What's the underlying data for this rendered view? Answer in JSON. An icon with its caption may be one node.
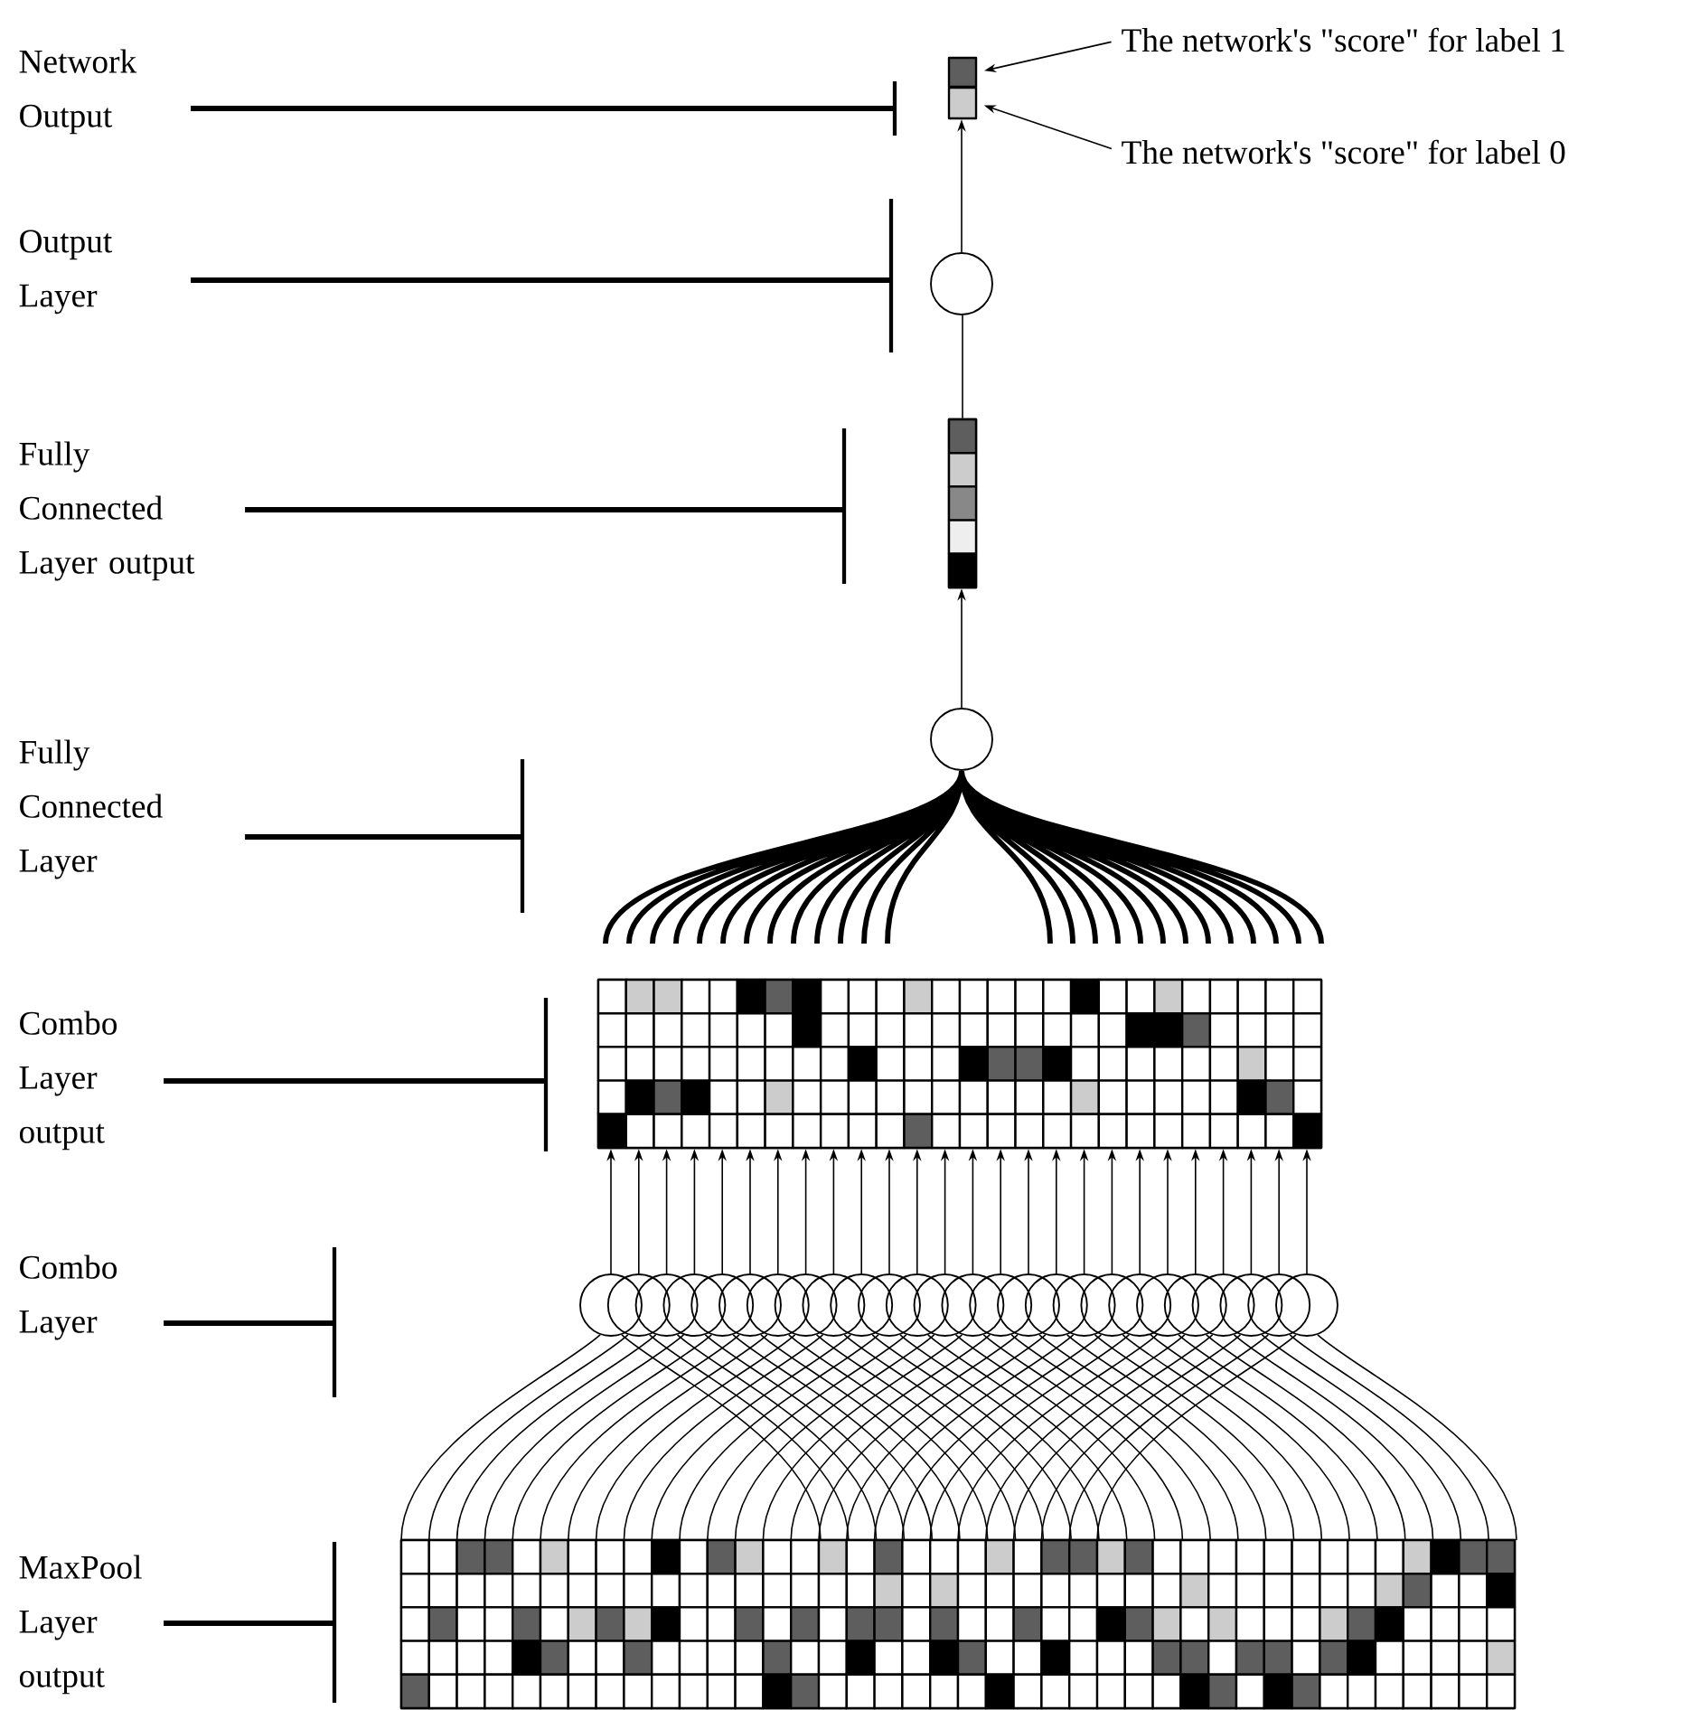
{
  "diagram": {
    "nodes": [
      {
        "text": [
          "Network Output"
        ]
      },
      {
        "text": [],
        "shape": "box"
      },
      {
        "text": [],
        "shape": "box"
      },
      {
        "text": [
          "The network's \"score\" for label 1"
        ]
      },
      {
        "text": [
          "The network's \"score\" for label 0"
        ]
      },
      {
        "text": [
          "Output Layer"
        ]
      },
      {
        "text": [],
        "shape": "circle"
      },
      {
        "text": [
          "Fully Connected Layer output"
        ]
      },
      {
        "text": [],
        "shape": "box"
      },
      {
        "text": [
          "Fully Connected Layer"
        ]
      },
      {
        "text": [],
        "shape": "circle"
      },
      {
        "text": [
          "Combo Layer output"
        ]
      },
      {
        "text": [],
        "shape": "box"
      },
      {
        "text": [
          "Combo Layer"
        ]
      },
      {
        "text": [],
        "shape": "circle"
      },
      {
        "text": [],
        "shape": "circle"
      },
      {
        "text": [],
        "shape": "circle"
      },
      {
        "text": [],
        "shape": "circle"
      },
      {
        "text": [],
        "shape": "circle"
      },
      {
        "text": [],
        "shape": "circle"
      },
      {
        "text": [],
        "shape": "circle"
      },
      {
        "text": [],
        "shape": "circle"
      },
      {
        "text": [],
        "shape": "circle"
      },
      {
        "text": [],
        "shape": "circle"
      },
      {
        "text": [],
        "shape": "circle"
      },
      {
        "text": [],
        "shape": "circle"
      },
      {
        "text": [],
        "shape": "circle"
      },
      {
        "text": [],
        "shape": "circle"
      },
      {
        "text": [],
        "shape": "circle"
      },
      {
        "text": [],
        "shape": "circle"
      },
      {
        "text": [],
        "shape": "circle"
      },
      {
        "text": [],
        "shape": "circle"
      },
      {
        "text": [],
        "shape": "circle"
      },
      {
        "text": [],
        "shape": "circle"
      },
      {
        "text": [],
        "shape": "circle"
      },
      {
        "text": [],
        "shape": "circle"
      },
      {
        "text": [],
        "shape": "circle"
      },
      {
        "text": [],
        "shape": "circle"
      },
      {
        "text": [],
        "shape": "circle"
      },
      {
        "text": [],
        "shape": "circle"
      },
      {
        "text": [
          "MaxPool Layer output"
        ]
      },
      {
        "text": [],
        "shape": "box"
      }
    ],
    "edges": [
      {
        "from": 0,
        "to": null,
        "arrow": "none",
        "style": "thick"
      },
      {
        "from": 3,
        "to": 1,
        "arrow": "to"
      },
      {
        "from": 4,
        "to": 2,
        "arrow": "to"
      },
      {
        "from": 5,
        "to": null,
        "arrow": "none",
        "style": "thick"
      },
      {
        "from": 6,
        "to": 2,
        "arrow": "to"
      },
      {
        "from": 7,
        "to": null,
        "arrow": "none",
        "style": "thick"
      },
      {
        "from": 8,
        "to": 6,
        "arrow": "none"
      },
      {
        "from": 9,
        "to": null,
        "arrow": "none",
        "style": "thick"
      },
      {
        "from": 10,
        "to": 8,
        "arrow": "to"
      },
      {
        "from": 11,
        "to": null,
        "arrow": "none",
        "style": "thick"
      },
      {
        "from": 12,
        "to": 10,
        "arrow": "none",
        "style": "thick"
      },
      {
        "from": 13,
        "to": null,
        "arrow": "none",
        "style": "thick"
      },
      {
        "from": 14,
        "to": 12,
        "arrow": "to"
      },
      {
        "from": 15,
        "to": 12,
        "arrow": "to"
      },
      {
        "from": 16,
        "to": 12,
        "arrow": "to"
      },
      {
        "from": 17,
        "to": 12,
        "arrow": "to"
      },
      {
        "from": 18,
        "to": 12,
        "arrow": "to"
      },
      {
        "from": 19,
        "to": 12,
        "arrow": "to"
      },
      {
        "from": 20,
        "to": 12,
        "arrow": "to"
      },
      {
        "from": 21,
        "to": 12,
        "arrow": "to"
      },
      {
        "from": 22,
        "to": 12,
        "arrow": "to"
      },
      {
        "from": 23,
        "to": 12,
        "arrow": "to"
      },
      {
        "from": 24,
        "to": 12,
        "arrow": "to"
      },
      {
        "from": 25,
        "to": 12,
        "arrow": "to"
      },
      {
        "from": 26,
        "to": 12,
        "arrow": "to"
      },
      {
        "from": 27,
        "to": 12,
        "arrow": "to"
      },
      {
        "from": 28,
        "to": 12,
        "arrow": "to"
      },
      {
        "from": 29,
        "to": 12,
        "arrow": "to"
      },
      {
        "from": 30,
        "to": 12,
        "arrow": "to"
      },
      {
        "from": 31,
        "to": 12,
        "arrow": "to"
      },
      {
        "from": 32,
        "to": 12,
        "arrow": "to"
      },
      {
        "from": 33,
        "to": 12,
        "arrow": "to"
      },
      {
        "from": 34,
        "to": 12,
        "arrow": "to"
      },
      {
        "from": 35,
        "to": 12,
        "arrow": "to"
      },
      {
        "from": 36,
        "to": 12,
        "arrow": "to"
      },
      {
        "from": 37,
        "to": 12,
        "arrow": "to"
      },
      {
        "from": 38,
        "to": 12,
        "arrow": "to"
      },
      {
        "from": 39,
        "to": 12,
        "arrow": "to"
      },
      {
        "from": 40,
        "to": null,
        "arrow": "none",
        "style": "thick"
      },
      {
        "from": 41,
        "to": 14,
        "arrow": "none"
      },
      {
        "from": 41,
        "to": 15,
        "arrow": "none"
      },
      {
        "from": 41,
        "to": 16,
        "arrow": "none"
      },
      {
        "from": 41,
        "to": 17,
        "arrow": "none"
      },
      {
        "from": 41,
        "to": 18,
        "arrow": "none"
      },
      {
        "from": 41,
        "to": 19,
        "arrow": "none"
      },
      {
        "from": 41,
        "to": 20,
        "arrow": "none"
      },
      {
        "from": 41,
        "to": 21,
        "arrow": "none"
      },
      {
        "from": 41,
        "to": 22,
        "arrow": "none"
      },
      {
        "from": 41,
        "to": 23,
        "arrow": "none"
      },
      {
        "from": 41,
        "to": 24,
        "arrow": "none"
      },
      {
        "from": 41,
        "to": 25,
        "arrow": "none"
      },
      {
        "from": 41,
        "to": 26,
        "arrow": "none"
      },
      {
        "from": 41,
        "to": 27,
        "arrow": "none"
      },
      {
        "from": 41,
        "to": 28,
        "arrow": "none"
      },
      {
        "from": 41,
        "to": 29,
        "arrow": "none"
      },
      {
        "from": 41,
        "to": 30,
        "arrow": "none"
      },
      {
        "from": 41,
        "to": 31,
        "arrow": "none"
      },
      {
        "from": 41,
        "to": 32,
        "arrow": "none"
      },
      {
        "from": 41,
        "to": 33,
        "arrow": "none"
      },
      {
        "from": 41,
        "to": 34,
        "arrow": "none"
      },
      {
        "from": 41,
        "to": 35,
        "arrow": "none"
      },
      {
        "from": 41,
        "to": 36,
        "arrow": "none"
      },
      {
        "from": 41,
        "to": 37,
        "arrow": "none"
      },
      {
        "from": 41,
        "to": 38,
        "arrow": "none"
      },
      {
        "from": 41,
        "to": 39,
        "arrow": "none"
      },
      {
        "from": 41,
        "to": 14,
        "arrow": "none"
      },
      {
        "from": 41,
        "to": 15,
        "arrow": "none"
      },
      {
        "from": 41,
        "to": 16,
        "arrow": "none"
      },
      {
        "from": 41,
        "to": 17,
        "arrow": "none"
      },
      {
        "from": 41,
        "to": 18,
        "arrow": "none"
      },
      {
        "from": 41,
        "to": 19,
        "arrow": "none"
      },
      {
        "from": 41,
        "to": 20,
        "arrow": "none"
      },
      {
        "from": 41,
        "to": 21,
        "arrow": "none"
      },
      {
        "from": 41,
        "to": 22,
        "arrow": "none"
      },
      {
        "from": 41,
        "to": 23,
        "arrow": "none"
      },
      {
        "from": 41,
        "to": 24,
        "arrow": "none"
      },
      {
        "from": 41,
        "to": 25,
        "arrow": "none"
      },
      {
        "from": 41,
        "to": 26,
        "arrow": "none"
      },
      {
        "from": 41,
        "to": 27,
        "arrow": "none"
      },
      {
        "from": 41,
        "to": 28,
        "arrow": "none"
      },
      {
        "from": 41,
        "to": 29,
        "arrow": "none"
      },
      {
        "from": 41,
        "to": 30,
        "arrow": "none"
      },
      {
        "from": 41,
        "to": 31,
        "arrow": "none"
      },
      {
        "from": 41,
        "to": 32,
        "arrow": "none"
      },
      {
        "from": 41,
        "to": 33,
        "arrow": "none"
      },
      {
        "from": 41,
        "to": 34,
        "arrow": "none"
      },
      {
        "from": 41,
        "to": 35,
        "arrow": "none"
      },
      {
        "from": 41,
        "to": 36,
        "arrow": "none"
      },
      {
        "from": 41,
        "to": 37,
        "arrow": "none"
      },
      {
        "from": 41,
        "to": 38,
        "arrow": "none"
      },
      {
        "from": 41,
        "to": 39,
        "arrow": "none"
      }
    ]
  }
}
